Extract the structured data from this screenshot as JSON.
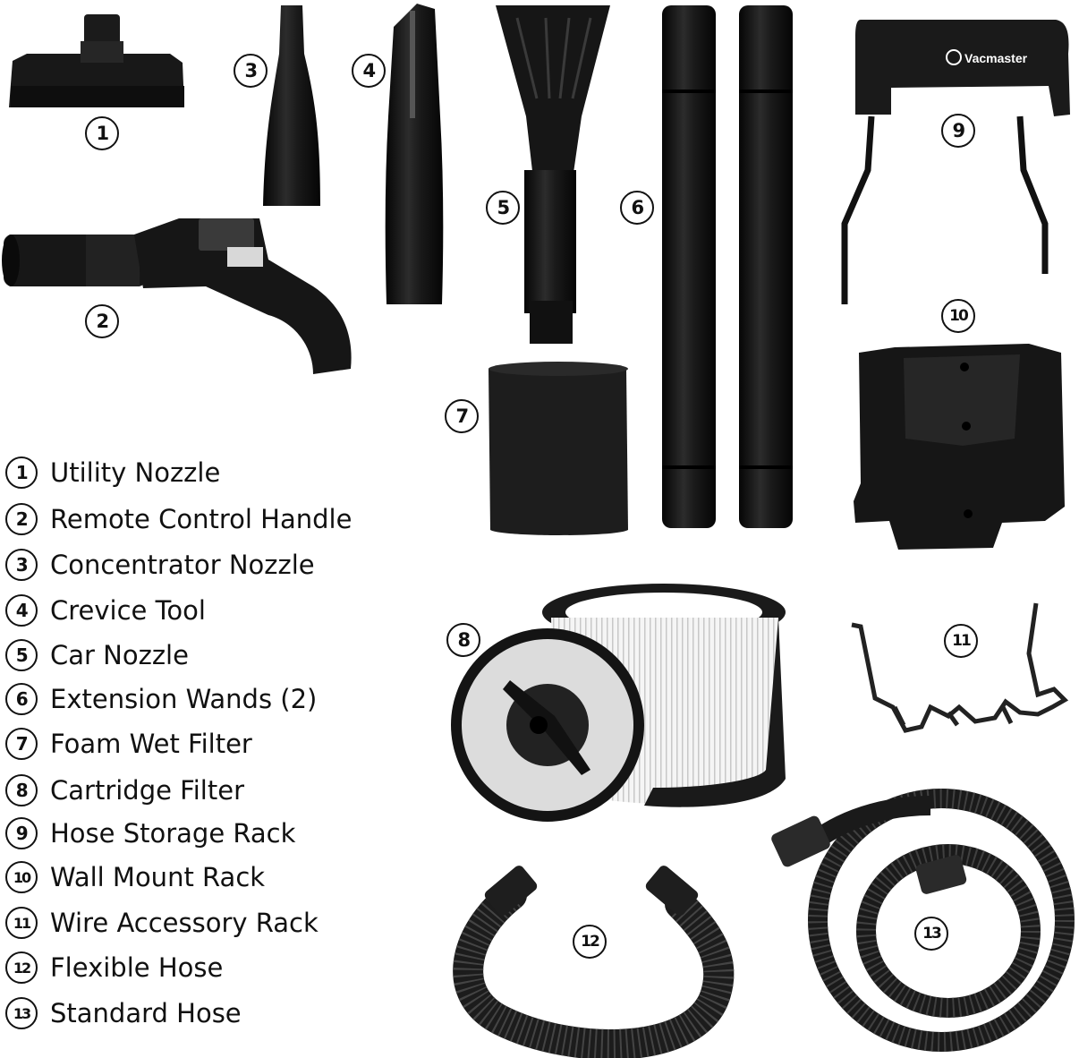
{
  "brand": {
    "logo_text": "Vacmaster"
  },
  "colors": {
    "part": "#151515",
    "part_highlight": "#3a3a3a",
    "foam": "#202020",
    "filter_paper": "#f3f3f3",
    "filter_lid": "#e8e8e8"
  },
  "parts": [
    {
      "number": "1",
      "label": "Utility Nozzle",
      "icon": "utility-nozzle-icon"
    },
    {
      "number": "2",
      "label": "Remote Control Handle",
      "icon": "remote-handle-icon"
    },
    {
      "number": "3",
      "label": "Concentrator Nozzle",
      "icon": "concentrator-nozzle-icon"
    },
    {
      "number": "4",
      "label": "Crevice Tool",
      "icon": "crevice-tool-icon"
    },
    {
      "number": "5",
      "label": "Car Nozzle",
      "icon": "car-nozzle-icon"
    },
    {
      "number": "6",
      "label": "Extension Wands (2)",
      "icon": "extension-wand-icon"
    },
    {
      "number": "7",
      "label": "Foam Wet Filter",
      "icon": "foam-filter-icon"
    },
    {
      "number": "8",
      "label": "Cartridge Filter",
      "icon": "cartridge-filter-icon"
    },
    {
      "number": "9",
      "label": "Hose Storage Rack",
      "icon": "hose-rack-icon"
    },
    {
      "number": "10",
      "label": "Wall Mount Rack",
      "icon": "wall-mount-icon"
    },
    {
      "number": "11",
      "label": "Wire Accessory Rack",
      "icon": "wire-rack-icon"
    },
    {
      "number": "12",
      "label": "Flexible Hose",
      "icon": "flexible-hose-icon"
    },
    {
      "number": "13",
      "label": "Standard Hose",
      "icon": "standard-hose-icon"
    }
  ]
}
